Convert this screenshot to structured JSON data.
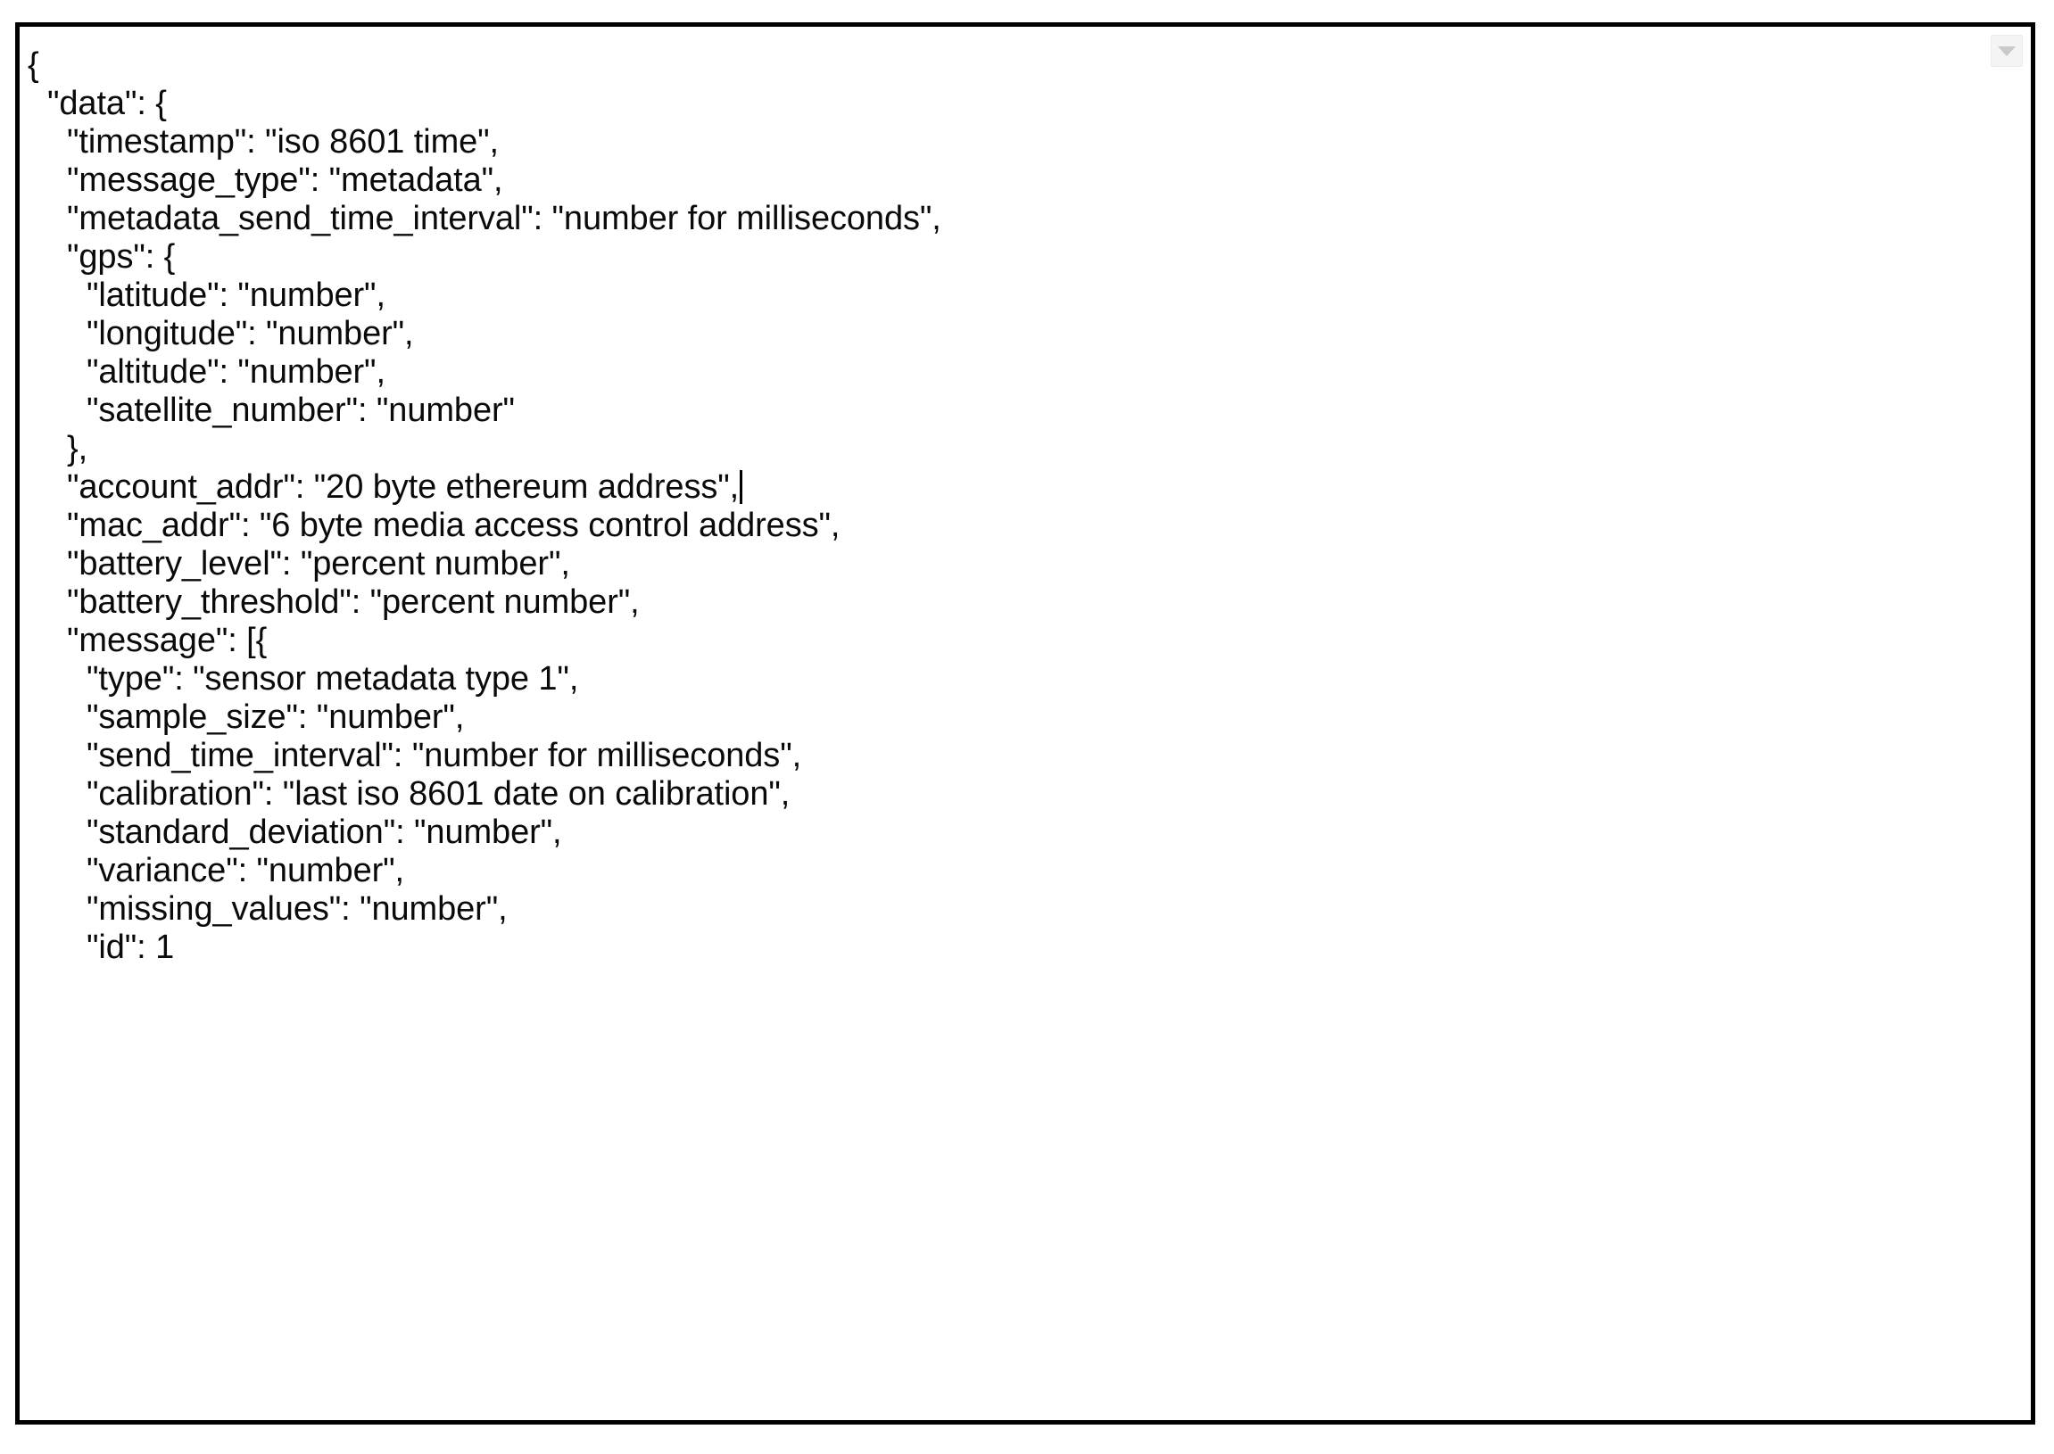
{
  "window": {
    "title": "JSON Metadata Schema Editor",
    "background_color": "#ffffff",
    "border_color": "#000000",
    "text_color": "#0a0a0a"
  },
  "scroll_button": {
    "icon": "chevron-down-icon",
    "label": "",
    "background_color": "#f4f4f4",
    "glyph_color": "#c9c9c9"
  },
  "editor": {
    "language": "json",
    "caret_line_index": 11,
    "caret_after_text": "\"account_addr\": \"20 byte ethereum address\",",
    "lines": [
      {
        "indent": 0,
        "text": "{"
      },
      {
        "indent": 1,
        "text": "\"data\": {"
      },
      {
        "indent": 2,
        "text": "\"timestamp\": \"iso 8601 time\","
      },
      {
        "indent": 2,
        "text": "\"message_type\": \"metadata\","
      },
      {
        "indent": 2,
        "text": "\"metadata_send_time_interval\": \"number for milliseconds\","
      },
      {
        "indent": 2,
        "text": "\"gps\": {"
      },
      {
        "indent": 3,
        "text": "\"latitude\": \"number\","
      },
      {
        "indent": 3,
        "text": "\"longitude\": \"number\","
      },
      {
        "indent": 3,
        "text": "\"altitude\": \"number\","
      },
      {
        "indent": 3,
        "text": "\"satellite_number\": \"number\""
      },
      {
        "indent": 2,
        "text": "},"
      },
      {
        "indent": 2,
        "text": "\"account_addr\": \"20 byte ethereum address\","
      },
      {
        "indent": 2,
        "text": "\"mac_addr\": \"6 byte media access control address\","
      },
      {
        "indent": 2,
        "text": "\"battery_level\": \"percent number\","
      },
      {
        "indent": 2,
        "text": "\"battery_threshold\": \"percent number\","
      },
      {
        "indent": 2,
        "text": "\"message\": [{"
      },
      {
        "indent": 3,
        "text": "\"type\": \"sensor metadata type 1\","
      },
      {
        "indent": 3,
        "text": "\"sample_size\": \"number\","
      },
      {
        "indent": 3,
        "text": "\"send_time_interval\": \"number for milliseconds\","
      },
      {
        "indent": 3,
        "text": "\"calibration\": \"last iso 8601 date on calibration\","
      },
      {
        "indent": 3,
        "text": "\"standard_deviation\": \"number\","
      },
      {
        "indent": 3,
        "text": "\"variance\": \"number\","
      },
      {
        "indent": 3,
        "text": "\"missing_values\": \"number\","
      },
      {
        "indent": 3,
        "text": "\"id\": 1"
      }
    ]
  }
}
